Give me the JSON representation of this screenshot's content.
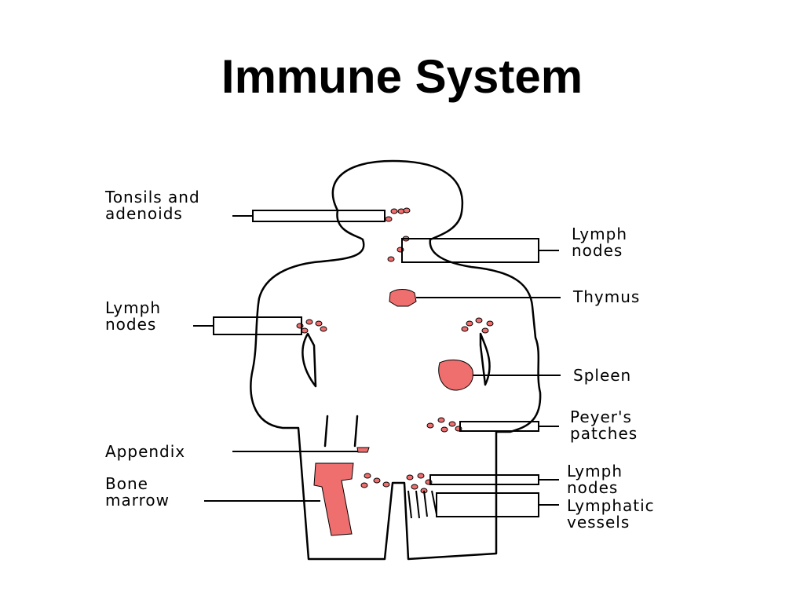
{
  "title": "Immune System",
  "colors": {
    "organ": "#ef6f6f",
    "outline": "#000000",
    "background": "#ffffff"
  },
  "labels": {
    "tonsils": [
      "Tonsils and",
      "adenoids"
    ],
    "lymph_nodes_neck": [
      "Lymph",
      "nodes"
    ],
    "thymus": "Thymus",
    "lymph_nodes_armpit": [
      "Lymph",
      "nodes"
    ],
    "spleen": "Spleen",
    "peyers_patches": [
      "Peyer's",
      "patches"
    ],
    "appendix": "Appendix",
    "bone_marrow": [
      "Bone",
      "marrow"
    ],
    "lymph_nodes_groin": [
      "Lymph",
      "nodes"
    ],
    "lymphatic_vessels": [
      "Lymphatic",
      "vessels"
    ]
  }
}
